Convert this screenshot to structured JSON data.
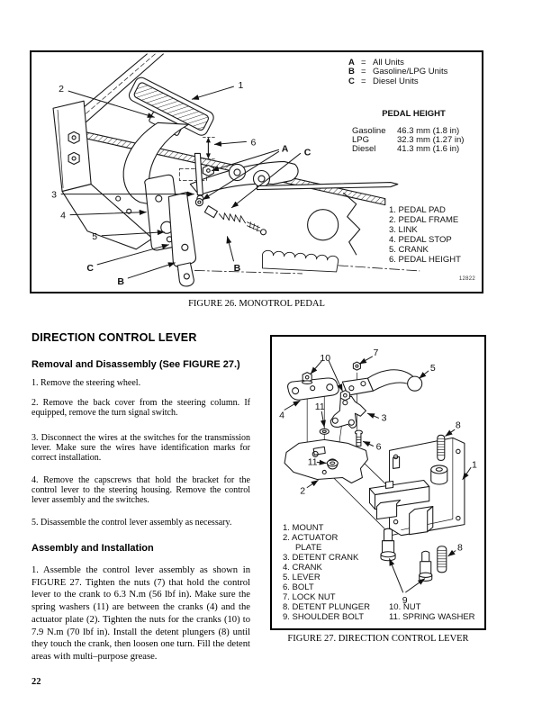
{
  "colors": {
    "ink": "#000000",
    "paper": "#ffffff"
  },
  "fig26": {
    "caption": "FIGURE 26. MONOTROL PEDAL",
    "ref": "12822",
    "key": [
      {
        "letter": "A",
        "eq": "=",
        "desc": "All Units"
      },
      {
        "letter": "B",
        "eq": "=",
        "desc": "Gasoline/LPG Units"
      },
      {
        "letter": "C",
        "eq": "=",
        "desc": "Diesel Units"
      }
    ],
    "pedal_height": {
      "title": "PEDAL HEIGHT",
      "rows": [
        {
          "fuel": "Gasoline",
          "value": "46.3 mm (1.8 in)"
        },
        {
          "fuel": "LPG",
          "value": "32.3 mm (1.27 in)"
        },
        {
          "fuel": "Diesel",
          "value": "41.3 mm (1.6 in)"
        }
      ]
    },
    "legend": [
      "1. PEDAL PAD",
      "2. PEDAL FRAME",
      "3. LINK",
      "4. PEDAL STOP",
      "5. CRANK",
      "6. PEDAL HEIGHT"
    ],
    "callouts": {
      "c1": "1",
      "c2": "2",
      "c3": "3",
      "c4": "4",
      "c5": "5",
      "c6": "6",
      "a": "A",
      "b": "B",
      "c": "C"
    }
  },
  "article": {
    "section_title": "DIRECTION CONTROL LEVER",
    "removal_heading": "Removal and Disassembly (See FIGURE 27.)",
    "removal_steps": [
      "1. Remove the steering wheel.",
      "2. Remove the back cover from the steering column. If equipped, remove the turn signal switch.",
      "3. Disconnect the wires at the switches for the transmission lever. Make sure the wires have identification marks for correct installation.",
      "4. Remove the capscrews that hold the bracket for the control lever to the steering housing. Remove the control lever assembly and the switches.",
      "5. Disassemble the control lever assembly as necessary."
    ],
    "assembly_heading": "Assembly and Installation",
    "assembly_steps": [
      "1. Assemble the control lever assembly as shown in FIGURE 27. Tighten the nuts (7) that hold the control lever to the crank to 6.3 N.m (56 lbf in). Make sure the spring washers (11) are between the cranks (4) and the actuator plate (2). Tighten the nuts for the cranks (10) to 7.9 N.m (70 lbf in). Install the detent plungers (8) until they touch the crank, then loosen one turn. Fill the detent areas with multi–purpose grease."
    ],
    "page_number": "22"
  },
  "fig27": {
    "caption": "FIGURE 27. DIRECTION CONTROL LEVER",
    "legend_col1": [
      "1. MOUNT",
      "2. ACTUATOR",
      "PLATE",
      "3. DETENT CRANK",
      "4. CRANK",
      "5. LEVER",
      "6. BOLT",
      "7. LOCK NUT",
      "8. DETENT PLUNGER",
      "9. SHOULDER BOLT"
    ],
    "legend_col2": [
      "10. NUT",
      "11. SPRING WASHER"
    ],
    "callouts": {
      "n1": "1",
      "n2": "2",
      "n3": "3",
      "n4": "4",
      "n5": "5",
      "n6": "6",
      "n7": "7",
      "n8": "8",
      "n9": "9",
      "n10": "10",
      "n11": "11"
    }
  }
}
